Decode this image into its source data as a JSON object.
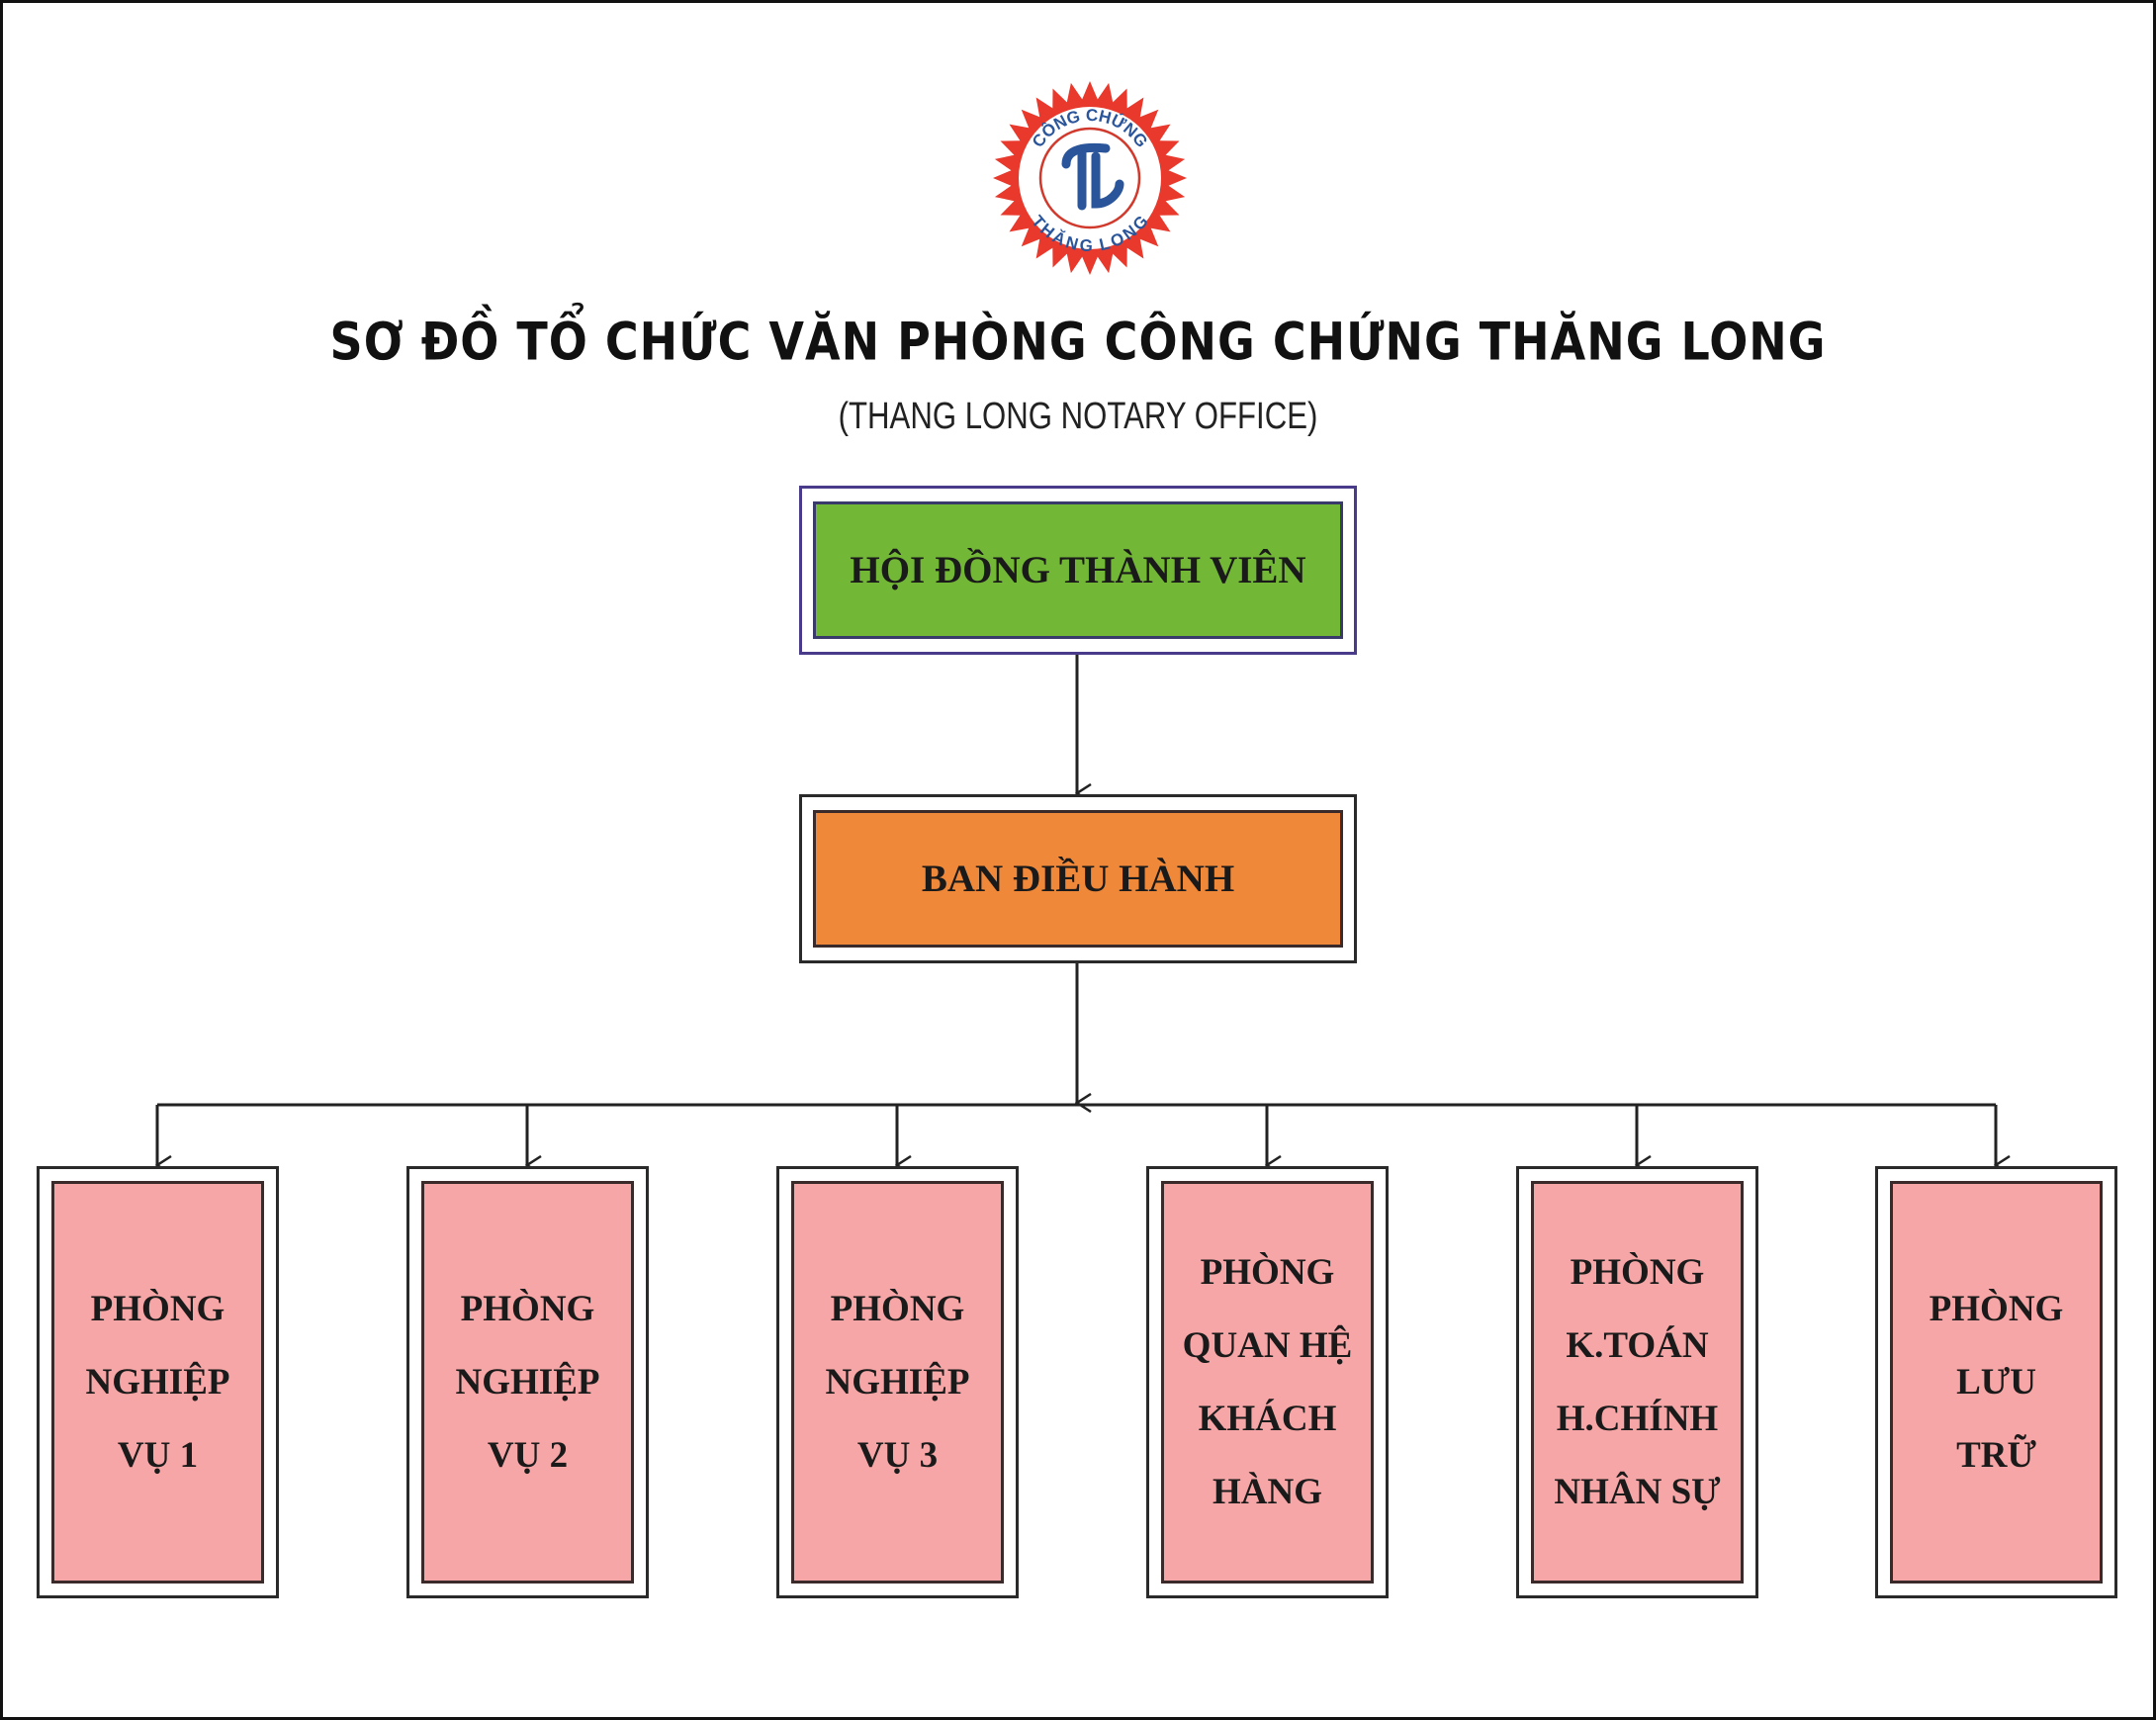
{
  "logo": {
    "top_text": "CÔNG CHỨNG",
    "bottom_text": "THĂNG LONG",
    "monogram": "TL"
  },
  "title": "SƠ ĐỒ TỔ CHỨC VĂN PHÒNG CÔNG CHỨNG THĂNG LONG",
  "subtitle": "(THANG LONG NOTARY OFFICE)",
  "colors": {
    "green": "#72b735",
    "orange": "#f0883a",
    "pink": "#f6a6a6",
    "logo_red": "#e8392c",
    "logo_blue": "#2a559a"
  },
  "board": {
    "label": "HỘI ĐỒNG THÀNH VIÊN"
  },
  "executive": {
    "label": "BAN ĐIỀU HÀNH"
  },
  "departments": [
    {
      "lines": [
        "PHÒNG",
        "NGHIỆP",
        "VỤ 1"
      ]
    },
    {
      "lines": [
        "PHÒNG",
        "NGHIỆP",
        "VỤ 2"
      ]
    },
    {
      "lines": [
        "PHÒNG",
        "NGHIỆP",
        "VỤ 3"
      ]
    },
    {
      "lines": [
        "PHÒNG",
        "QUAN HỆ",
        "KHÁCH",
        "HÀNG"
      ]
    },
    {
      "lines": [
        "PHÒNG",
        "K.TOÁN",
        "H.CHÍNH",
        "NHÂN SỰ"
      ]
    },
    {
      "lines": [
        "PHÒNG",
        "LƯU",
        "TRỮ"
      ]
    }
  ]
}
